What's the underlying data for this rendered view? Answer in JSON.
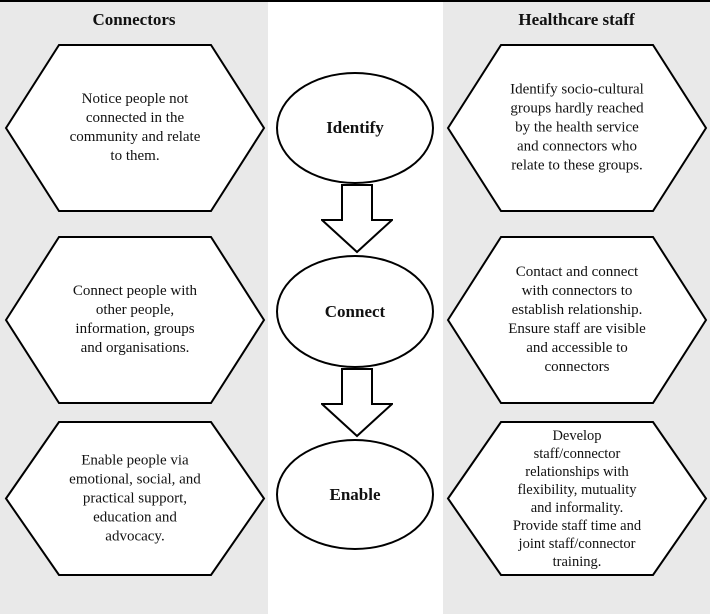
{
  "diagram": {
    "left_column": {
      "header": "Connectors",
      "hexagons": [
        "Notice people not\nconnected in the\ncommunity and relate\nto them.",
        "Connect people with\nother people,\ninformation, groups\nand organisations.",
        "Enable people via\nemotional, social, and\npractical support,\neducation and\nadvocacy."
      ]
    },
    "center_column": {
      "stages": [
        "Identify",
        "Connect",
        "Enable"
      ]
    },
    "right_column": {
      "header": "Healthcare staff",
      "hexagons": [
        "Identify socio-cultural\ngroups hardly reached\nby the health service\nand connectors who\nrelate to these groups.",
        "Contact and connect\nwith connectors to\nestablish relationship.\nEnsure staff are visible\nand accessible to\nconnectors",
        "Develop\nstaff/connector\nrelationships with\nflexibility, mutuality\nand informality.\nProvide staff time and\njoint staff/connector\ntraining."
      ]
    },
    "colors": {
      "column_background": "#e9e9e9",
      "shape_fill": "#ffffff",
      "stroke": "#000000"
    }
  }
}
